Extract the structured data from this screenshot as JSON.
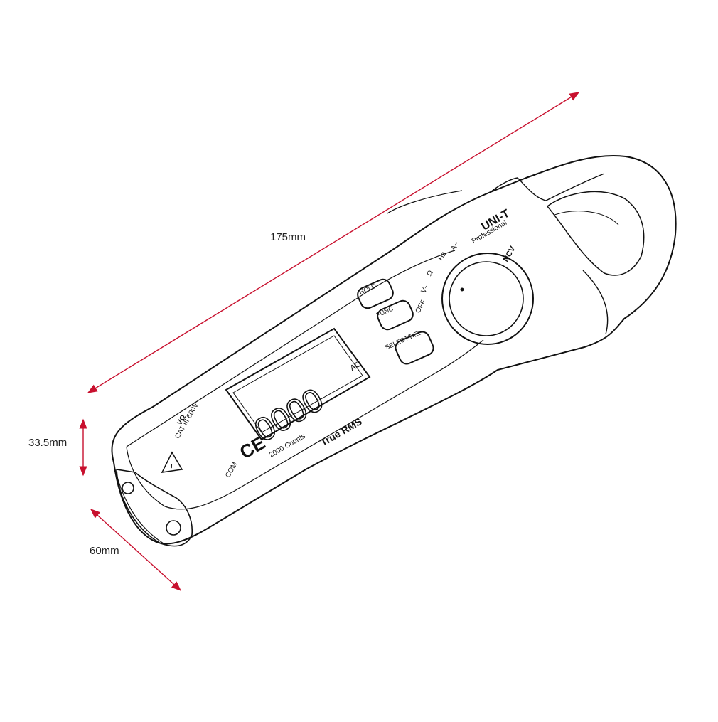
{
  "dimensions": {
    "length": "175mm",
    "height": "33.5mm",
    "width": "60mm",
    "arrow_color": "#c8102e"
  },
  "device": {
    "brand": "UNI-T",
    "line_label": "Professional",
    "mode_true_rms": "True RMS",
    "display_digits": "0000",
    "display_count": "2000 Counts",
    "display_unit": "AC",
    "button_labels": [
      "HOLD",
      "FUNC",
      "SELECT/REL"
    ],
    "ce_mark": "CE",
    "dial_labels": [
      "OFF",
      "V~",
      "Ω",
      "Hz",
      "A~",
      "NCV"
    ],
    "jack_labels": [
      "COM",
      "VΩ"
    ],
    "category": "CAT III 600V"
  }
}
